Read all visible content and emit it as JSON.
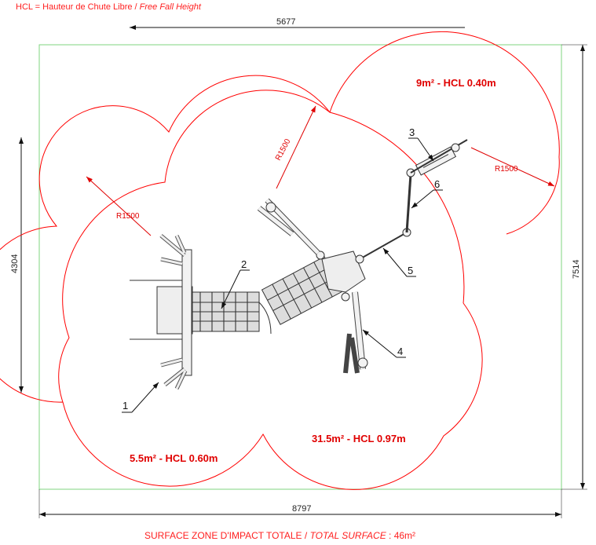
{
  "legend": {
    "prefix": "HCL = Hauteur de Chute Libre / ",
    "italic": "Free Fall Height"
  },
  "footer": {
    "prefix": "SURFACE ZONE D'IMPACT TOTALE / ",
    "italic": "TOTAL SURFACE",
    "suffix": " : 46m²"
  },
  "dimensions": {
    "top": "5677",
    "left": "4304",
    "right": "7514",
    "bottom": "8797"
  },
  "zones": {
    "top_right": "9m² - HCL 0.40m",
    "main": "31.5m² - HCL 0.97m",
    "bottom_left": "5.5m² - HCL 0.60m"
  },
  "radii": [
    "R1500",
    "R1500",
    "R1500"
  ],
  "parts": [
    "1",
    "2",
    "3",
    "4",
    "5",
    "6"
  ],
  "colors": {
    "impact": "#ff0000",
    "boundary": "#7fd67f",
    "structure": "#333333"
  }
}
